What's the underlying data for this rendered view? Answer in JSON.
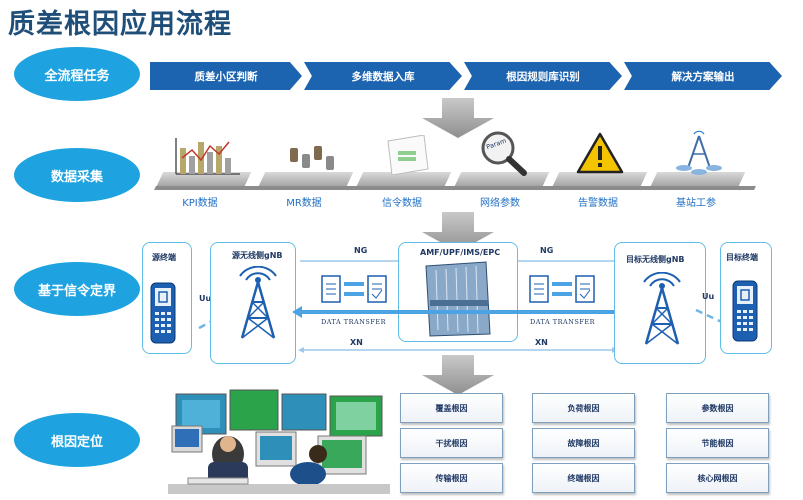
{
  "title": "质差根因应用流程",
  "rows": {
    "task": "全流程任务",
    "collect": "数据采集",
    "signaling": "基于信令定界",
    "locate": "根因定位"
  },
  "process_steps": [
    "质差小区判断",
    "多维数据入库",
    "根因规则库识别",
    "解决方案输出"
  ],
  "data_sources": [
    "KPI数据",
    "MR数据",
    "信令数据",
    "网络参数",
    "告警数据",
    "基站工参"
  ],
  "param_magnifier": "Param",
  "network": {
    "source_ue": "源终端",
    "source_gnb": "源无线侧gNB",
    "core": "AMF/UPF/IMS/EPC",
    "target_gnb": "目标无线侧gNB",
    "target_ue": "目标终端",
    "ng": "NG",
    "xn": "XN",
    "uu": "Uu",
    "data_transfer": "DATA TRANSFER"
  },
  "causes": [
    "覆盖根因",
    "负荷根因",
    "参数根因",
    "干扰根因",
    "故障根因",
    "节能根因",
    "传输根因",
    "终端根因",
    "核心网根因"
  ],
  "colors": {
    "blue": "#1d64b0",
    "cyan": "#1ea3e0",
    "frame": "#5fbde8"
  }
}
